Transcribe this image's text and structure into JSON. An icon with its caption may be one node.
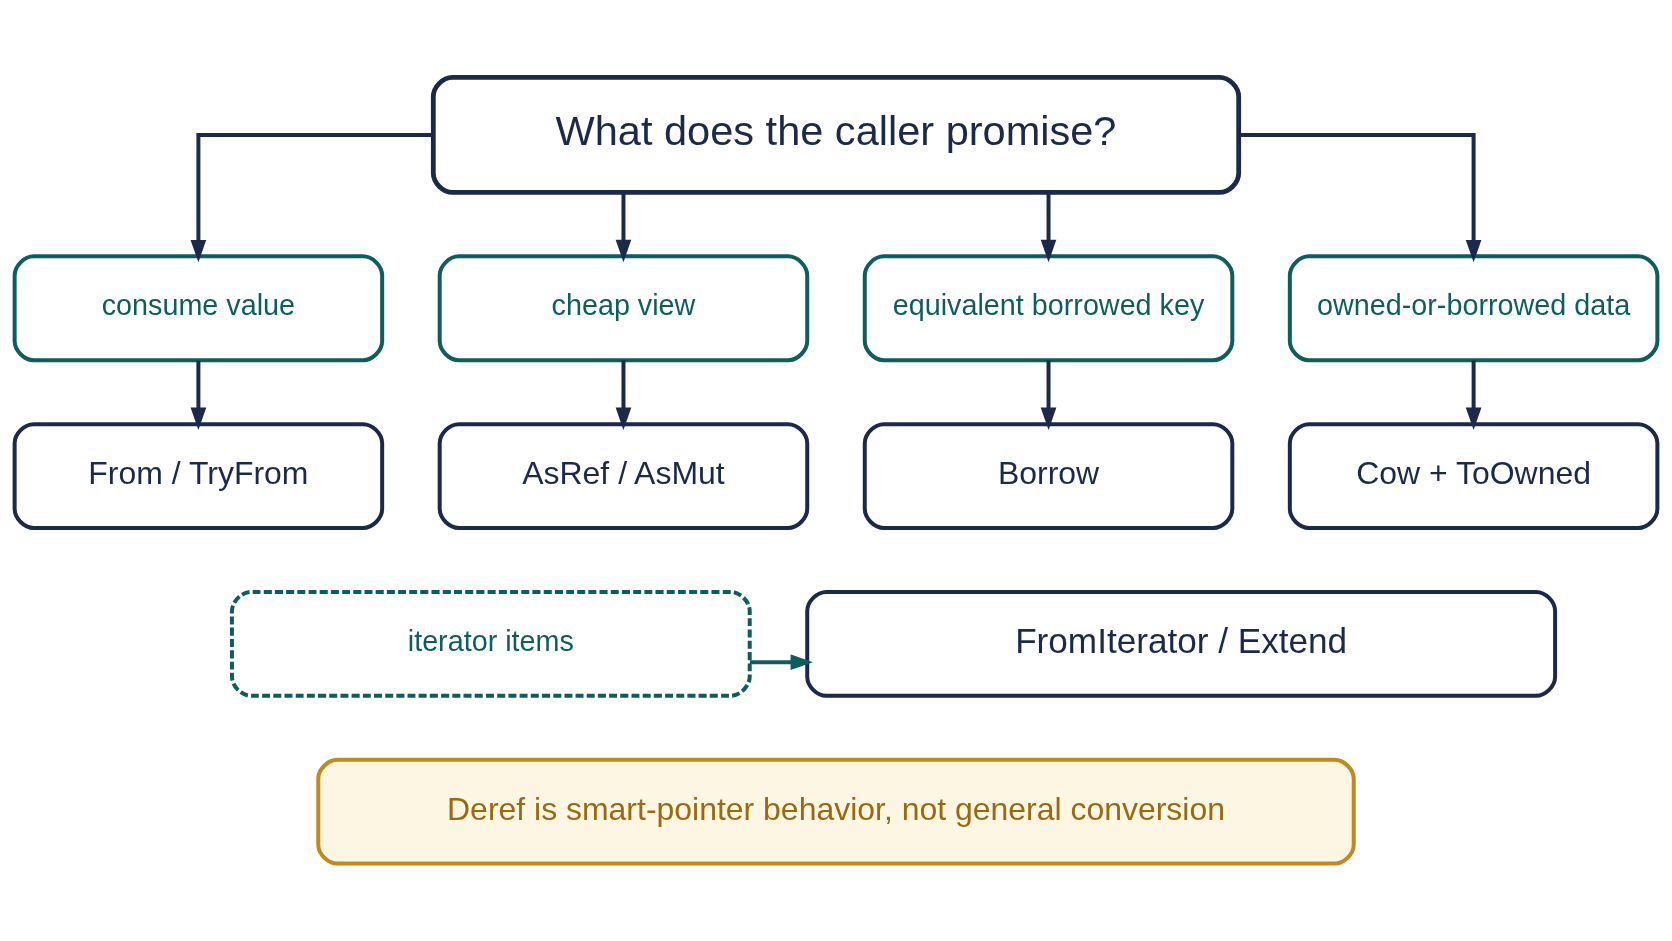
{
  "diagram": {
    "nodes": [
      {
        "text": [
          "What does the caller promise?"
        ]
      },
      {
        "text": [
          "consume value"
        ]
      },
      {
        "text": [
          "cheap view"
        ]
      },
      {
        "text": [
          "equivalent borrowed key"
        ]
      },
      {
        "text": [
          "owned-or-borrowed data"
        ]
      },
      {
        "text": [
          "From / TryFrom"
        ]
      },
      {
        "text": [
          "AsRef / AsMut"
        ]
      },
      {
        "text": [
          "Borrow"
        ]
      },
      {
        "text": [
          "Cow + ToOwned"
        ]
      },
      {
        "text": [
          "iterator items"
        ]
      },
      {
        "text": [
          "FromIterator / Extend"
        ]
      },
      {
        "text": [
          "Deref is smart-pointer behavior, not general conversion"
        ]
      }
    ],
    "edges": [
      {
        "from": 0,
        "to": 1,
        "arrow": "to"
      },
      {
        "from": 0,
        "to": 2,
        "arrow": "to"
      },
      {
        "from": 0,
        "to": 3,
        "arrow": "to"
      },
      {
        "from": 0,
        "to": 4,
        "arrow": "to"
      },
      {
        "from": 1,
        "to": 5,
        "arrow": "to"
      },
      {
        "from": 2,
        "to": 6,
        "arrow": "to"
      },
      {
        "from": 3,
        "to": 7,
        "arrow": "to"
      },
      {
        "from": 4,
        "to": 8,
        "arrow": "to"
      },
      {
        "from": 9,
        "to": 10,
        "arrow": "to",
        "color": "#0f5e5e"
      }
    ]
  }
}
